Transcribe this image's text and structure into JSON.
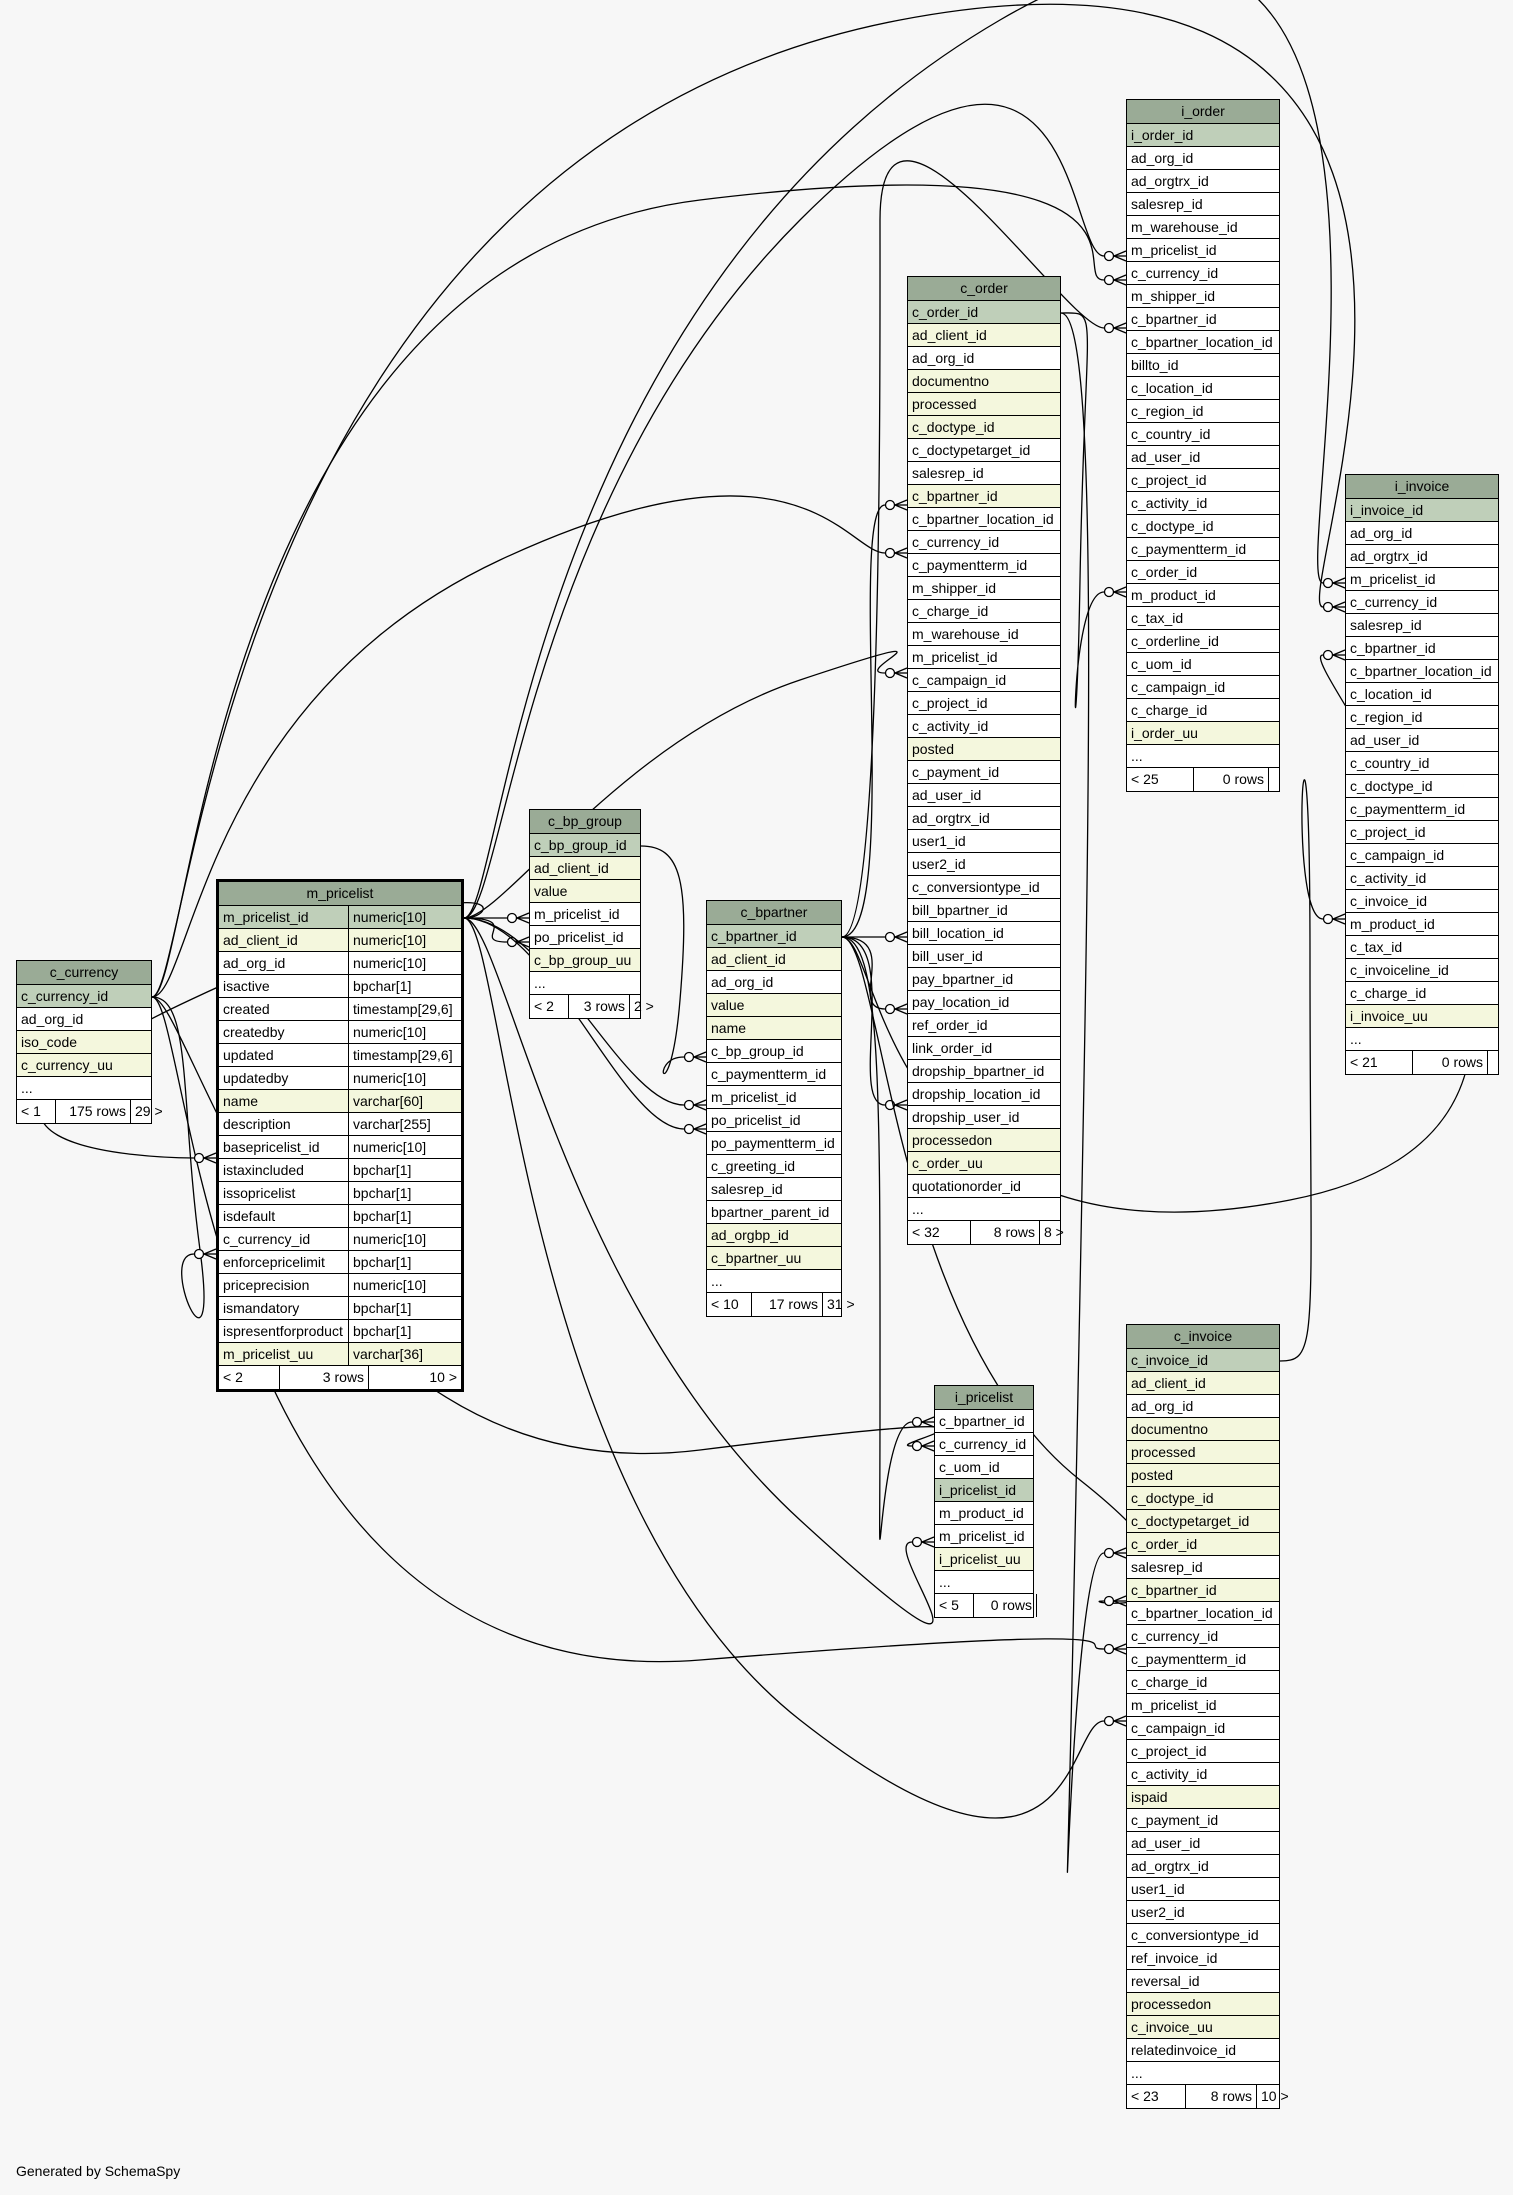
{
  "footer": "Generated by SchemaSpy",
  "tables": [
    {
      "id": "c_currency",
      "name": "c_currency",
      "rows": [
        {
          "c": "c_currency_id",
          "k": "pk"
        },
        {
          "c": "ad_org_id",
          "k": "plain"
        },
        {
          "c": "iso_code",
          "k": "idx"
        },
        {
          "c": "c_currency_uu",
          "k": "idx"
        },
        {
          "c": "...",
          "k": "plain"
        }
      ],
      "foot": [
        "< 1",
        "175 rows",
        "29 >"
      ]
    },
    {
      "id": "m_pricelist",
      "name": "m_pricelist",
      "focus": true,
      "rows": [
        {
          "c": "m_pricelist_id",
          "t": "numeric[10]",
          "k": "pk"
        },
        {
          "c": "ad_client_id",
          "t": "numeric[10]",
          "k": "idx"
        },
        {
          "c": "ad_org_id",
          "t": "numeric[10]",
          "k": "plain"
        },
        {
          "c": "isactive",
          "t": "bpchar[1]",
          "k": "plain"
        },
        {
          "c": "created",
          "t": "timestamp[29,6]",
          "k": "plain"
        },
        {
          "c": "createdby",
          "t": "numeric[10]",
          "k": "plain"
        },
        {
          "c": "updated",
          "t": "timestamp[29,6]",
          "k": "plain"
        },
        {
          "c": "updatedby",
          "t": "numeric[10]",
          "k": "plain"
        },
        {
          "c": "name",
          "t": "varchar[60]",
          "k": "idx"
        },
        {
          "c": "description",
          "t": "varchar[255]",
          "k": "plain"
        },
        {
          "c": "basepricelist_id",
          "t": "numeric[10]",
          "k": "plain"
        },
        {
          "c": "istaxincluded",
          "t": "bpchar[1]",
          "k": "plain"
        },
        {
          "c": "issopricelist",
          "t": "bpchar[1]",
          "k": "plain"
        },
        {
          "c": "isdefault",
          "t": "bpchar[1]",
          "k": "plain"
        },
        {
          "c": "c_currency_id",
          "t": "numeric[10]",
          "k": "plain"
        },
        {
          "c": "enforcepricelimit",
          "t": "bpchar[1]",
          "k": "plain"
        },
        {
          "c": "priceprecision",
          "t": "numeric[10]",
          "k": "plain"
        },
        {
          "c": "ismandatory",
          "t": "bpchar[1]",
          "k": "plain"
        },
        {
          "c": "ispresentforproduct",
          "t": "bpchar[1]",
          "k": "plain"
        },
        {
          "c": "m_pricelist_uu",
          "t": "varchar[36]",
          "k": "idx"
        }
      ],
      "foot": [
        "< 2",
        "3 rows",
        "10 >"
      ]
    },
    {
      "id": "c_bp_group",
      "name": "c_bp_group",
      "rows": [
        {
          "c": "c_bp_group_id",
          "k": "pk"
        },
        {
          "c": "ad_client_id",
          "k": "idx"
        },
        {
          "c": "value",
          "k": "idx"
        },
        {
          "c": "m_pricelist_id",
          "k": "plain"
        },
        {
          "c": "po_pricelist_id",
          "k": "plain"
        },
        {
          "c": "c_bp_group_uu",
          "k": "idx"
        },
        {
          "c": "...",
          "k": "plain"
        }
      ],
      "foot": [
        "< 2",
        "3 rows",
        "2 >"
      ]
    },
    {
      "id": "c_bpartner",
      "name": "c_bpartner",
      "rows": [
        {
          "c": "c_bpartner_id",
          "k": "pk"
        },
        {
          "c": "ad_client_id",
          "k": "idx"
        },
        {
          "c": "ad_org_id",
          "k": "plain"
        },
        {
          "c": "value",
          "k": "idx"
        },
        {
          "c": "name",
          "k": "idx"
        },
        {
          "c": "c_bp_group_id",
          "k": "plain"
        },
        {
          "c": "c_paymentterm_id",
          "k": "plain"
        },
        {
          "c": "m_pricelist_id",
          "k": "plain"
        },
        {
          "c": "po_pricelist_id",
          "k": "plain"
        },
        {
          "c": "po_paymentterm_id",
          "k": "plain"
        },
        {
          "c": "c_greeting_id",
          "k": "plain"
        },
        {
          "c": "salesrep_id",
          "k": "plain"
        },
        {
          "c": "bpartner_parent_id",
          "k": "plain"
        },
        {
          "c": "ad_orgbp_id",
          "k": "idx"
        },
        {
          "c": "c_bpartner_uu",
          "k": "idx"
        },
        {
          "c": "...",
          "k": "plain"
        }
      ],
      "foot": [
        "< 10",
        "17 rows",
        "31 >"
      ]
    },
    {
      "id": "c_order",
      "name": "c_order",
      "rows": [
        {
          "c": "c_order_id",
          "k": "pk"
        },
        {
          "c": "ad_client_id",
          "k": "idx"
        },
        {
          "c": "ad_org_id",
          "k": "plain"
        },
        {
          "c": "documentno",
          "k": "idx"
        },
        {
          "c": "processed",
          "k": "idx"
        },
        {
          "c": "c_doctype_id",
          "k": "idx"
        },
        {
          "c": "c_doctypetarget_id",
          "k": "plain"
        },
        {
          "c": "salesrep_id",
          "k": "plain"
        },
        {
          "c": "c_bpartner_id",
          "k": "idx"
        },
        {
          "c": "c_bpartner_location_id",
          "k": "plain"
        },
        {
          "c": "c_currency_id",
          "k": "plain"
        },
        {
          "c": "c_paymentterm_id",
          "k": "plain"
        },
        {
          "c": "m_shipper_id",
          "k": "plain"
        },
        {
          "c": "c_charge_id",
          "k": "plain"
        },
        {
          "c": "m_warehouse_id",
          "k": "plain"
        },
        {
          "c": "m_pricelist_id",
          "k": "plain"
        },
        {
          "c": "c_campaign_id",
          "k": "plain"
        },
        {
          "c": "c_project_id",
          "k": "plain"
        },
        {
          "c": "c_activity_id",
          "k": "plain"
        },
        {
          "c": "posted",
          "k": "idx"
        },
        {
          "c": "c_payment_id",
          "k": "plain"
        },
        {
          "c": "ad_user_id",
          "k": "plain"
        },
        {
          "c": "ad_orgtrx_id",
          "k": "plain"
        },
        {
          "c": "user1_id",
          "k": "plain"
        },
        {
          "c": "user2_id",
          "k": "plain"
        },
        {
          "c": "c_conversiontype_id",
          "k": "plain"
        },
        {
          "c": "bill_bpartner_id",
          "k": "plain"
        },
        {
          "c": "bill_location_id",
          "k": "plain"
        },
        {
          "c": "bill_user_id",
          "k": "plain"
        },
        {
          "c": "pay_bpartner_id",
          "k": "plain"
        },
        {
          "c": "pay_location_id",
          "k": "plain"
        },
        {
          "c": "ref_order_id",
          "k": "plain"
        },
        {
          "c": "link_order_id",
          "k": "plain"
        },
        {
          "c": "dropship_bpartner_id",
          "k": "plain"
        },
        {
          "c": "dropship_location_id",
          "k": "plain"
        },
        {
          "c": "dropship_user_id",
          "k": "plain"
        },
        {
          "c": "processedon",
          "k": "idx"
        },
        {
          "c": "c_order_uu",
          "k": "idx"
        },
        {
          "c": "quotationorder_id",
          "k": "plain"
        },
        {
          "c": "...",
          "k": "plain"
        }
      ],
      "foot": [
        "< 32",
        "8 rows",
        "8 >"
      ]
    },
    {
      "id": "i_order",
      "name": "i_order",
      "rows": [
        {
          "c": "i_order_id",
          "k": "pk"
        },
        {
          "c": "ad_org_id",
          "k": "plain"
        },
        {
          "c": "ad_orgtrx_id",
          "k": "plain"
        },
        {
          "c": "salesrep_id",
          "k": "plain"
        },
        {
          "c": "m_warehouse_id",
          "k": "plain"
        },
        {
          "c": "m_pricelist_id",
          "k": "plain"
        },
        {
          "c": "c_currency_id",
          "k": "plain"
        },
        {
          "c": "m_shipper_id",
          "k": "plain"
        },
        {
          "c": "c_bpartner_id",
          "k": "plain"
        },
        {
          "c": "c_bpartner_location_id",
          "k": "plain"
        },
        {
          "c": "billto_id",
          "k": "plain"
        },
        {
          "c": "c_location_id",
          "k": "plain"
        },
        {
          "c": "c_region_id",
          "k": "plain"
        },
        {
          "c": "c_country_id",
          "k": "plain"
        },
        {
          "c": "ad_user_id",
          "k": "plain"
        },
        {
          "c": "c_project_id",
          "k": "plain"
        },
        {
          "c": "c_activity_id",
          "k": "plain"
        },
        {
          "c": "c_doctype_id",
          "k": "plain"
        },
        {
          "c": "c_paymentterm_id",
          "k": "plain"
        },
        {
          "c": "c_order_id",
          "k": "plain"
        },
        {
          "c": "m_product_id",
          "k": "plain"
        },
        {
          "c": "c_tax_id",
          "k": "plain"
        },
        {
          "c": "c_orderline_id",
          "k": "plain"
        },
        {
          "c": "c_uom_id",
          "k": "plain"
        },
        {
          "c": "c_campaign_id",
          "k": "plain"
        },
        {
          "c": "c_charge_id",
          "k": "plain"
        },
        {
          "c": "i_order_uu",
          "k": "idx"
        },
        {
          "c": "...",
          "k": "plain"
        }
      ],
      "foot": [
        "< 25",
        "0 rows",
        ""
      ]
    },
    {
      "id": "i_invoice",
      "name": "i_invoice",
      "rows": [
        {
          "c": "i_invoice_id",
          "k": "pk"
        },
        {
          "c": "ad_org_id",
          "k": "plain"
        },
        {
          "c": "ad_orgtrx_id",
          "k": "plain"
        },
        {
          "c": "m_pricelist_id",
          "k": "plain"
        },
        {
          "c": "c_currency_id",
          "k": "plain"
        },
        {
          "c": "salesrep_id",
          "k": "plain"
        },
        {
          "c": "c_bpartner_id",
          "k": "plain"
        },
        {
          "c": "c_bpartner_location_id",
          "k": "plain"
        },
        {
          "c": "c_location_id",
          "k": "plain"
        },
        {
          "c": "c_region_id",
          "k": "plain"
        },
        {
          "c": "ad_user_id",
          "k": "plain"
        },
        {
          "c": "c_country_id",
          "k": "plain"
        },
        {
          "c": "c_doctype_id",
          "k": "plain"
        },
        {
          "c": "c_paymentterm_id",
          "k": "plain"
        },
        {
          "c": "c_project_id",
          "k": "plain"
        },
        {
          "c": "c_campaign_id",
          "k": "plain"
        },
        {
          "c": "c_activity_id",
          "k": "plain"
        },
        {
          "c": "c_invoice_id",
          "k": "plain"
        },
        {
          "c": "m_product_id",
          "k": "plain"
        },
        {
          "c": "c_tax_id",
          "k": "plain"
        },
        {
          "c": "c_invoiceline_id",
          "k": "plain"
        },
        {
          "c": "c_charge_id",
          "k": "plain"
        },
        {
          "c": "i_invoice_uu",
          "k": "idx"
        },
        {
          "c": "...",
          "k": "plain"
        }
      ],
      "foot": [
        "< 21",
        "0 rows",
        ""
      ]
    },
    {
      "id": "i_pricelist",
      "name": "i_pricelist",
      "rows": [
        {
          "c": "c_bpartner_id",
          "k": "plain"
        },
        {
          "c": "c_currency_id",
          "k": "plain"
        },
        {
          "c": "c_uom_id",
          "k": "plain"
        },
        {
          "c": "i_pricelist_id",
          "k": "pk"
        },
        {
          "c": "m_product_id",
          "k": "plain"
        },
        {
          "c": "m_pricelist_id",
          "k": "plain"
        },
        {
          "c": "i_pricelist_uu",
          "k": "idx"
        },
        {
          "c": "...",
          "k": "plain"
        }
      ],
      "foot": [
        "< 5",
        "0 rows",
        ""
      ]
    },
    {
      "id": "c_invoice",
      "name": "c_invoice",
      "rows": [
        {
          "c": "c_invoice_id",
          "k": "pk"
        },
        {
          "c": "ad_client_id",
          "k": "idx"
        },
        {
          "c": "ad_org_id",
          "k": "plain"
        },
        {
          "c": "documentno",
          "k": "idx"
        },
        {
          "c": "processed",
          "k": "idx"
        },
        {
          "c": "posted",
          "k": "idx"
        },
        {
          "c": "c_doctype_id",
          "k": "idx"
        },
        {
          "c": "c_doctypetarget_id",
          "k": "idx"
        },
        {
          "c": "c_order_id",
          "k": "idx"
        },
        {
          "c": "salesrep_id",
          "k": "plain"
        },
        {
          "c": "c_bpartner_id",
          "k": "idx"
        },
        {
          "c": "c_bpartner_location_id",
          "k": "plain"
        },
        {
          "c": "c_currency_id",
          "k": "plain"
        },
        {
          "c": "c_paymentterm_id",
          "k": "plain"
        },
        {
          "c": "c_charge_id",
          "k": "plain"
        },
        {
          "c": "m_pricelist_id",
          "k": "plain"
        },
        {
          "c": "c_campaign_id",
          "k": "plain"
        },
        {
          "c": "c_project_id",
          "k": "plain"
        },
        {
          "c": "c_activity_id",
          "k": "plain"
        },
        {
          "c": "ispaid",
          "k": "idx"
        },
        {
          "c": "c_payment_id",
          "k": "plain"
        },
        {
          "c": "ad_user_id",
          "k": "plain"
        },
        {
          "c": "ad_orgtrx_id",
          "k": "plain"
        },
        {
          "c": "user1_id",
          "k": "plain"
        },
        {
          "c": "user2_id",
          "k": "plain"
        },
        {
          "c": "c_conversiontype_id",
          "k": "plain"
        },
        {
          "c": "ref_invoice_id",
          "k": "plain"
        },
        {
          "c": "reversal_id",
          "k": "plain"
        },
        {
          "c": "processedon",
          "k": "idx"
        },
        {
          "c": "c_invoice_uu",
          "k": "idx"
        },
        {
          "c": "relatedinvoice_id",
          "k": "plain"
        },
        {
          "c": "...",
          "k": "plain"
        }
      ],
      "foot": [
        "< 23",
        "8 rows",
        "10 >"
      ]
    }
  ]
}
